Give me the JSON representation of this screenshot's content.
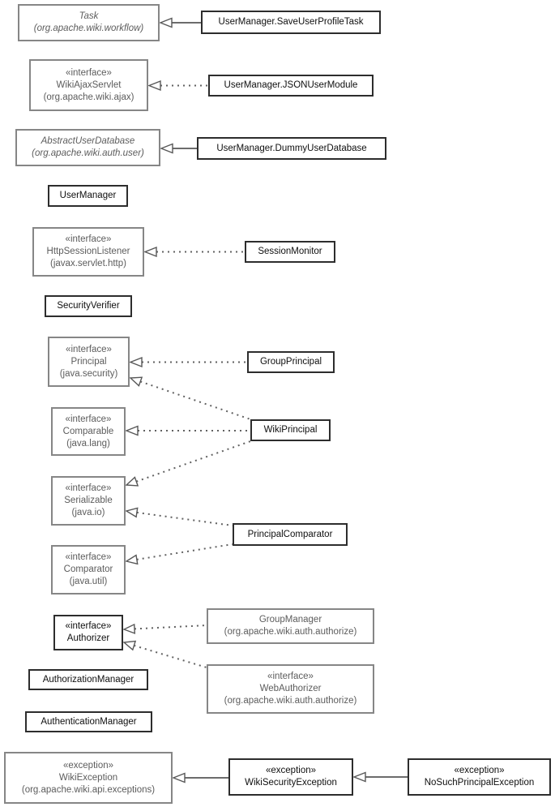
{
  "nodes": {
    "task": {
      "name": "Task",
      "package": "(org.apache.wiki.workflow)"
    },
    "saveUserProfileTask": {
      "name": "UserManager.SaveUserProfileTask"
    },
    "wikiAjaxServlet": {
      "stereotype": "«interface»",
      "name": "WikiAjaxServlet",
      "package": "(org.apache.wiki.ajax)"
    },
    "jsonUserModule": {
      "name": "UserManager.JSONUserModule"
    },
    "abstractUserDatabase": {
      "name": "AbstractUserDatabase",
      "package": "(org.apache.wiki.auth.user)"
    },
    "dummyUserDatabase": {
      "name": "UserManager.DummyUserDatabase"
    },
    "userManager": {
      "name": "UserManager"
    },
    "httpSessionListener": {
      "stereotype": "«interface»",
      "name": "HttpSessionListener",
      "package": "(javax.servlet.http)"
    },
    "sessionMonitor": {
      "name": "SessionMonitor"
    },
    "securityVerifier": {
      "name": "SecurityVerifier"
    },
    "principal": {
      "stereotype": "«interface»",
      "name": "Principal",
      "package": "(java.security)"
    },
    "groupPrincipal": {
      "name": "GroupPrincipal"
    },
    "comparable": {
      "stereotype": "«interface»",
      "name": "Comparable",
      "package": "(java.lang)"
    },
    "wikiPrincipal": {
      "name": "WikiPrincipal"
    },
    "serializable": {
      "stereotype": "«interface»",
      "name": "Serializable",
      "package": "(java.io)"
    },
    "principalComparator": {
      "name": "PrincipalComparator"
    },
    "comparator": {
      "stereotype": "«interface»",
      "name": "Comparator",
      "package": "(java.util)"
    },
    "authorizer": {
      "stereotype": "«interface»",
      "name": "Authorizer"
    },
    "groupManager": {
      "name": "GroupManager",
      "package": "(org.apache.wiki.auth.authorize)"
    },
    "webAuthorizer": {
      "stereotype": "«interface»",
      "name": "WebAuthorizer",
      "package": "(org.apache.wiki.auth.authorize)"
    },
    "authorizationManager": {
      "name": "AuthorizationManager"
    },
    "authenticationManager": {
      "name": "AuthenticationManager"
    },
    "wikiException": {
      "stereotype": "«exception»",
      "name": "WikiException",
      "package": "(org.apache.wiki.api.exceptions)"
    },
    "wikiSecurityException": {
      "stereotype": "«exception»",
      "name": "WikiSecurityException"
    },
    "noSuchPrincipalException": {
      "stereotype": "«exception»",
      "name": "NoSuchPrincipalException"
    }
  },
  "edges": [
    {
      "from": "UserManager.SaveUserProfileTask",
      "to": "Task",
      "relation": "extends",
      "line": "solid"
    },
    {
      "from": "UserManager.JSONUserModule",
      "to": "WikiAjaxServlet",
      "relation": "implements",
      "line": "dotted"
    },
    {
      "from": "UserManager.DummyUserDatabase",
      "to": "AbstractUserDatabase",
      "relation": "extends",
      "line": "solid"
    },
    {
      "from": "SessionMonitor",
      "to": "HttpSessionListener",
      "relation": "implements",
      "line": "dotted"
    },
    {
      "from": "GroupPrincipal",
      "to": "Principal",
      "relation": "implements",
      "line": "dotted"
    },
    {
      "from": "WikiPrincipal",
      "to": "Principal",
      "relation": "implements",
      "line": "dotted"
    },
    {
      "from": "WikiPrincipal",
      "to": "Comparable",
      "relation": "implements",
      "line": "dotted"
    },
    {
      "from": "WikiPrincipal",
      "to": "Serializable",
      "relation": "implements",
      "line": "dotted"
    },
    {
      "from": "PrincipalComparator",
      "to": "Serializable",
      "relation": "implements",
      "line": "dotted"
    },
    {
      "from": "PrincipalComparator",
      "to": "Comparator",
      "relation": "implements",
      "line": "dotted"
    },
    {
      "from": "GroupManager",
      "to": "Authorizer",
      "relation": "implements",
      "line": "dotted"
    },
    {
      "from": "WebAuthorizer",
      "to": "Authorizer",
      "relation": "implements",
      "line": "dotted"
    },
    {
      "from": "WikiSecurityException",
      "to": "WikiException",
      "relation": "extends",
      "line": "solid"
    },
    {
      "from": "NoSuchPrincipalException",
      "to": "WikiSecurityException",
      "relation": "extends",
      "line": "solid"
    }
  ],
  "colors": {
    "background": "#ffffff",
    "external_border": "#868686",
    "external_text": "#5c5c5c",
    "class_border": "#2d2d2d",
    "class_text": "#0f0f0f",
    "edge_line": "#5f5f5f"
  }
}
